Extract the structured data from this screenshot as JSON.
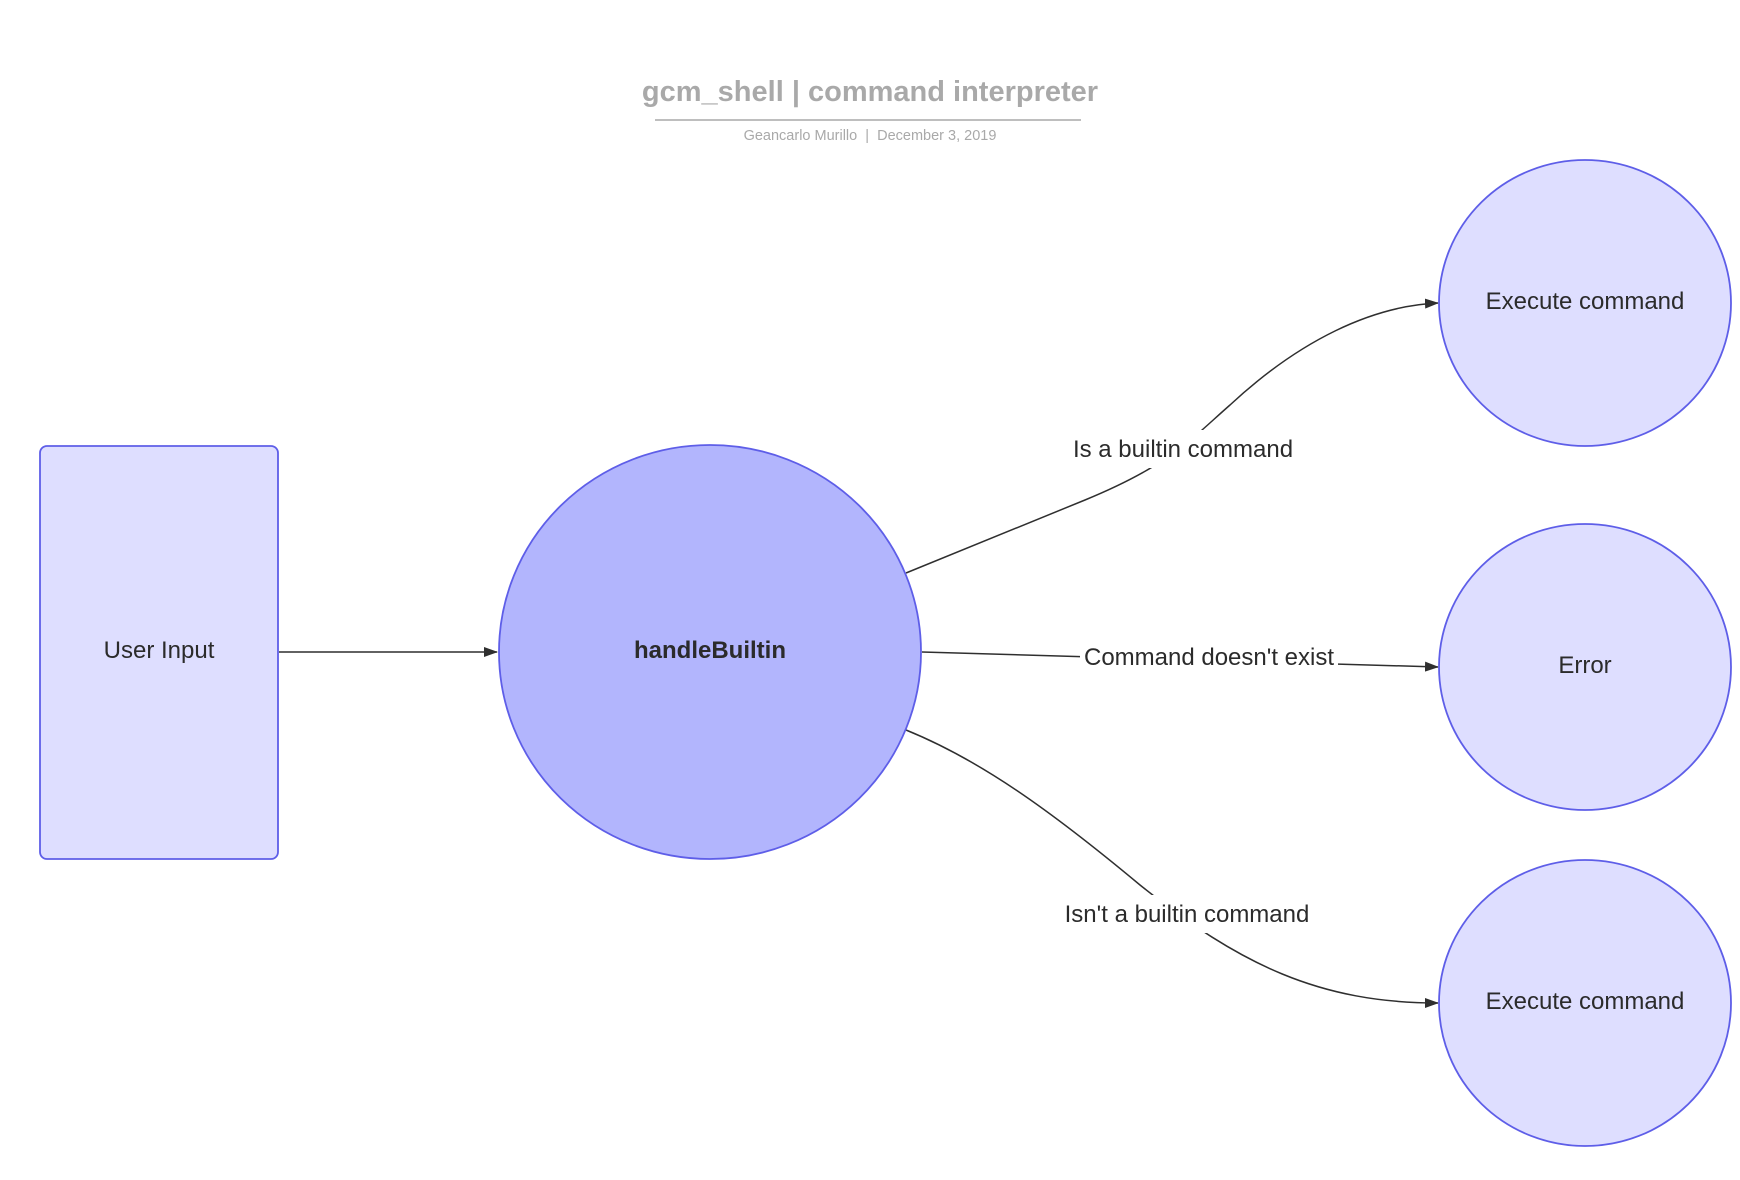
{
  "header": {
    "title": "gcm_shell | command interpreter",
    "author": "Geancarlo Murillo",
    "separator": "|",
    "date": "December 3, 2019"
  },
  "colors": {
    "title_text": "#a9a9a9",
    "subtitle_text": "#a9a9a9",
    "node_fill_light": "#dedeff",
    "node_fill_dark": "#b2b5fd",
    "node_stroke": "#5e5ee8",
    "edge_stroke": "#2f2f2f",
    "label_text": "#2b2b2b",
    "background": "#ffffff"
  },
  "nodes": {
    "user_input": {
      "label": "User Input",
      "shape": "rounded-rectangle"
    },
    "handle_builtin": {
      "label": "handleBuiltin",
      "shape": "circle"
    },
    "execute_top": {
      "label": "Execute command",
      "shape": "circle"
    },
    "error": {
      "label": "Error",
      "shape": "circle"
    },
    "execute_bottom": {
      "label": "Execute command",
      "shape": "circle"
    }
  },
  "edges": {
    "input_to_handler": {
      "from": "User Input",
      "to": "handleBuiltin",
      "label": ""
    },
    "is_builtin": {
      "from": "handleBuiltin",
      "to": "Execute command",
      "label": "Is a builtin command"
    },
    "doesnt_exist": {
      "from": "handleBuiltin",
      "to": "Error",
      "label": "Command doesn't exist"
    },
    "isnt_builtin": {
      "from": "handleBuiltin",
      "to": "Execute command",
      "label": "Isn't a builtin command"
    }
  }
}
